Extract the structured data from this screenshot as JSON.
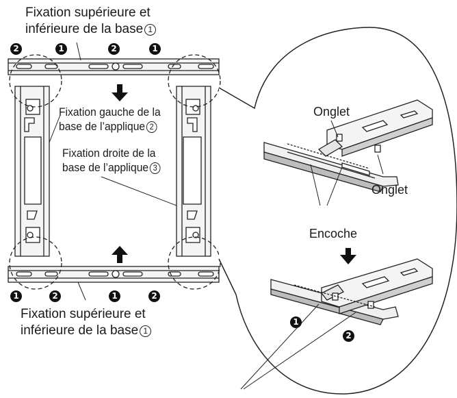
{
  "labels": {
    "top_base_title_line1": "Fixation supérieure et",
    "top_base_title_line2": "inférieure de la base",
    "bottom_base_title_line1": "Fixation supérieure et",
    "bottom_base_title_line2": "inférieure de la base",
    "base_number": "1",
    "left_bracket_line1": "Fixation gauche de la",
    "left_bracket_line2": "base de l’applique",
    "left_bracket_number": "2",
    "right_bracket_line1": "Fixation droite de la",
    "right_bracket_line2": "base de l’applique",
    "right_bracket_number": "3",
    "tab_upper": "Onglet",
    "tab_lower": "Onglet",
    "notch": "Encoche"
  },
  "badges": {
    "top": [
      "2",
      "1",
      "2",
      "1"
    ],
    "bottom": [
      "1",
      "2",
      "1",
      "2"
    ],
    "detail": [
      "1",
      "2"
    ]
  },
  "colors": {
    "ink": "#1a1a1a",
    "line": "#222222",
    "rail_fill": "#f4f4f4",
    "shade": "#bdbdbd"
  }
}
